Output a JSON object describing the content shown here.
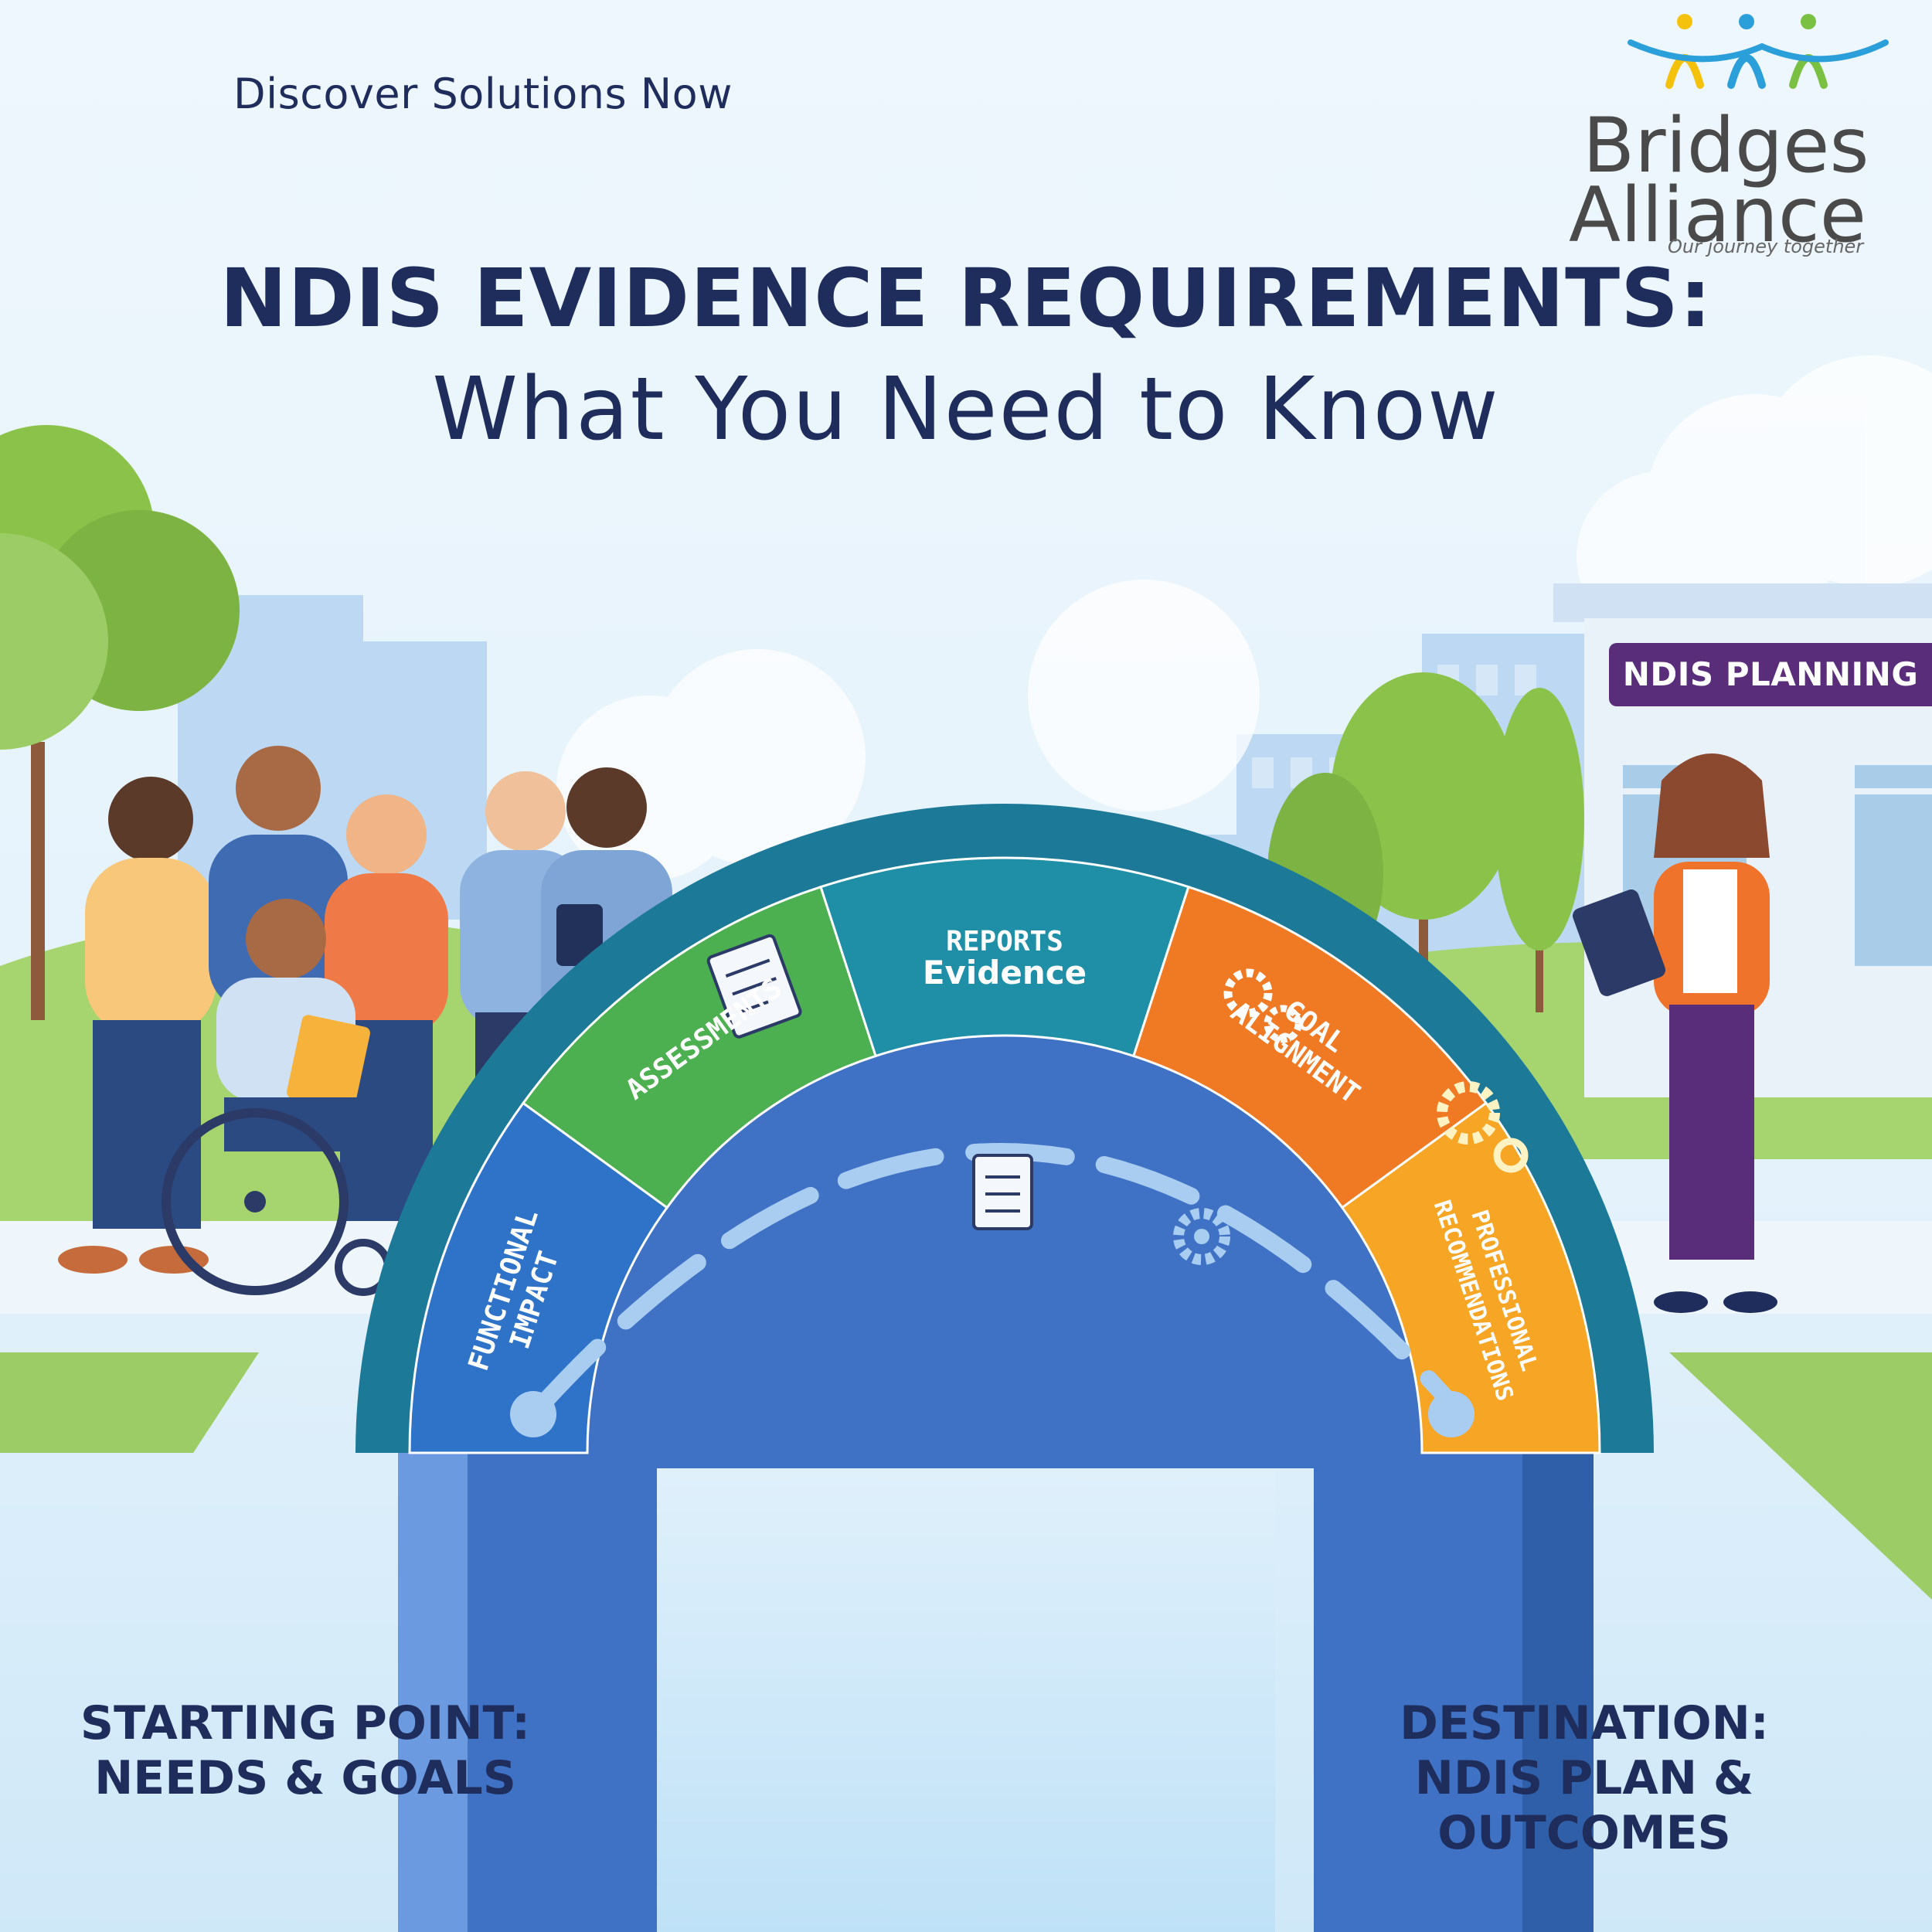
{
  "tagline": "Discover Solutions Now",
  "headline": "NDIS EVIDENCE REQUIREMENTS:",
  "subheadline": "What You Need to Know",
  "logo": {
    "word1": "Bridges",
    "word2": "Alliance",
    "tagline": "Our journey together",
    "figure_colors": [
      "#f4c20d",
      "#2b9fd9",
      "#7ac143"
    ]
  },
  "building_sign": "NDIS PLANNING",
  "bridge": {
    "top_label": "Evidence",
    "segments": [
      {
        "name": "functional-impact",
        "lines": [
          "FUNCTIONAL",
          "IMPACT"
        ],
        "color": "#2f73c9"
      },
      {
        "name": "assessments",
        "lines": [
          "ASSESSMENTS"
        ],
        "color": "#4caf50"
      },
      {
        "name": "reports",
        "lines": [
          "REPORTS"
        ],
        "color": "#1f8fa8"
      },
      {
        "name": "goal-alignment",
        "lines": [
          "GOAL",
          "ALIGNMENT"
        ],
        "color": "#f07a24"
      },
      {
        "name": "professional-recommendations",
        "lines": [
          "PROFESSIONAL",
          "RECOMMENDATIONS"
        ],
        "color": "#f6a524"
      }
    ]
  },
  "start": {
    "line1": "STARTING POINT:",
    "line2": "NEEDS & GOALS"
  },
  "destination": {
    "line1": "DESTINATION:",
    "line2": "NDIS PLAN & OUTCOMES"
  }
}
